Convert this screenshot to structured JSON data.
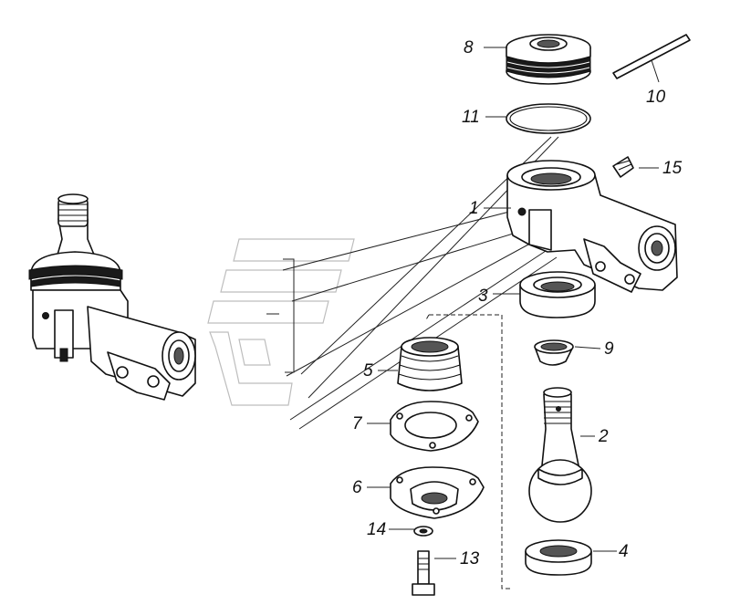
{
  "diagram": {
    "callouts": [
      {
        "id": "c1",
        "label": "1"
      },
      {
        "id": "c2",
        "label": "2"
      },
      {
        "id": "c3",
        "label": "3"
      },
      {
        "id": "c4",
        "label": "4"
      },
      {
        "id": "c5",
        "label": "5"
      },
      {
        "id": "c6",
        "label": "6"
      },
      {
        "id": "c7",
        "label": "7"
      },
      {
        "id": "c8",
        "label": "8"
      },
      {
        "id": "c9",
        "label": "9"
      },
      {
        "id": "c10",
        "label": "10"
      },
      {
        "id": "c11",
        "label": "11"
      },
      {
        "id": "c13",
        "label": "13"
      },
      {
        "id": "c14",
        "label": "14"
      },
      {
        "id": "c15",
        "label": "15"
      }
    ]
  }
}
